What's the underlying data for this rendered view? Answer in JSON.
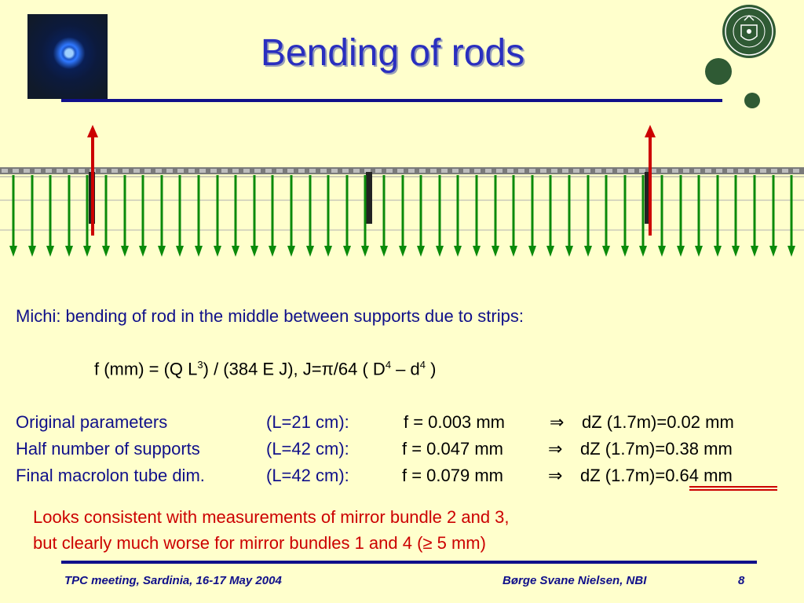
{
  "title": "Bending of rods",
  "intro": "Michi:  bending of rod in the middle between supports due to strips:",
  "formula": {
    "part1": "f (mm) = (Q L",
    "exp1": "3",
    "part2": ") / (384 E J),    J=π/64 ( D",
    "exp2": "4",
    "part3": " – d",
    "exp3": "4",
    "part4": " )"
  },
  "params": [
    {
      "label": "Original parameters",
      "range": "(L=21 cm):",
      "f": "f = 0.003 mm",
      "arrow": "⇒",
      "dz": "dZ (1.7m)=0.02 mm"
    },
    {
      "label": "Half number of supports",
      "range": "(L=42 cm):",
      "f": "f = 0.047 mm",
      "arrow": "⇒",
      "dz": "dZ (1.7m)=0.38 mm"
    },
    {
      "label": "Final macrolon tube dim.",
      "range": "(L=42 cm):",
      "f": "f = 0.079 mm",
      "arrow": "⇒",
      "dz": "dZ (1.7m)=0.64 mm"
    }
  ],
  "conclusion": {
    "line1": "Looks consistent with measurements of mirror bundle 2 and 3,",
    "line2": "but clearly much worse for mirror bundles 1 and 4   (≥ 5 mm)"
  },
  "footer": {
    "left": "TPC meeting, Sardinia, 16-17 May 2004",
    "center": "Børge Svane Nielsen, NBI",
    "page": "8"
  },
  "colors": {
    "background": "#ffffcc",
    "title": "#2a2fbf",
    "text": "#10108a",
    "accent_red": "#cc0000",
    "arrow_green": "#008000",
    "seal_green": "#2f5a34"
  },
  "icons": {
    "left_logo": "blue-glow-image",
    "right_logo": "university-seal-icon"
  }
}
